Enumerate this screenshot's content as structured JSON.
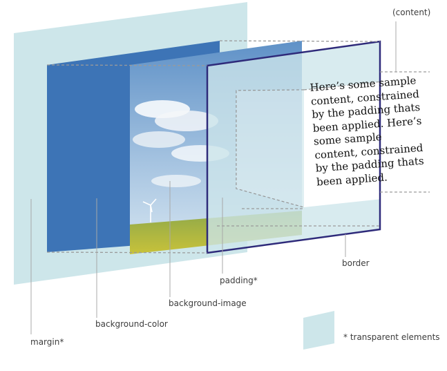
{
  "labels": {
    "content": "(content)",
    "border": "border",
    "padding": "padding*",
    "background_image": "background-image",
    "background_color": "background-color",
    "margin": "margin*",
    "legend_note": "* transparent elements"
  },
  "sample_text": "Here’s some sample content, constrained by the padding thats been applied. Here’s some sample content, constrained by the padding thats been applied.",
  "colors": {
    "margin_fill": "#cde6ea",
    "background_color_fill": "#3d74b6",
    "border_stroke": "#2e2a7a",
    "guide_line": "#9a9a9a"
  }
}
